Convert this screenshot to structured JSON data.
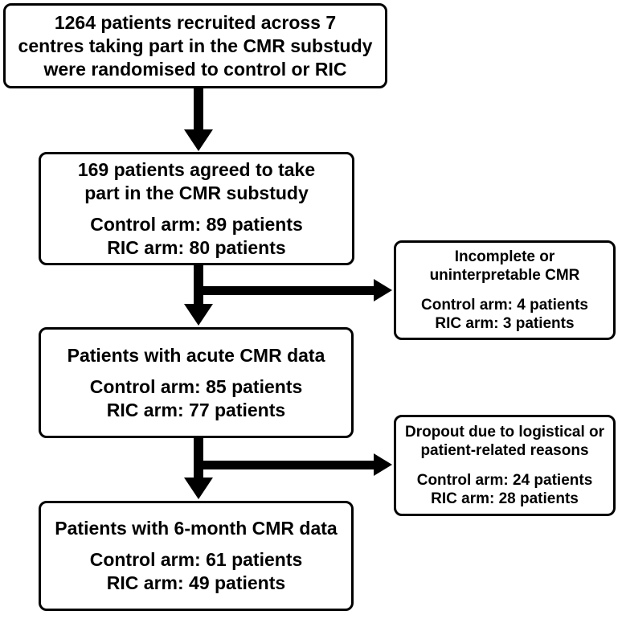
{
  "diagram": {
    "recruited": {
      "lines": [
        "1264 patients recruited across 7",
        "centres taking part in the CMR substudy",
        "were randomised to control or RIC"
      ]
    },
    "agreed": {
      "title_lines": [
        "169 patients agreed to take",
        "part in the CMR substudy"
      ],
      "control": "Control arm: 89 patients",
      "ric": "RIC arm: 80 patients"
    },
    "incomplete": {
      "title_lines": [
        "Incomplete or",
        "uninterpretable CMR"
      ],
      "control": "Control arm: 4 patients",
      "ric": "RIC arm: 3 patients"
    },
    "acute": {
      "title_lines": [
        "Patients with acute CMR data"
      ],
      "control": "Control arm: 85 patients",
      "ric": "RIC arm: 77 patients"
    },
    "dropout": {
      "title_lines": [
        "Dropout due to logistical or",
        "patient-related reasons"
      ],
      "control": "Control arm: 24 patients",
      "ric": "RIC arm: 28 patients"
    },
    "sixmonth": {
      "title_lines": [
        "Patients with 6-month CMR data"
      ],
      "control": "Control arm: 61 patients",
      "ric": "RIC arm: 49 patients"
    },
    "colors": {
      "line": "#000000",
      "background": "#ffffff",
      "text": "#000000"
    }
  }
}
